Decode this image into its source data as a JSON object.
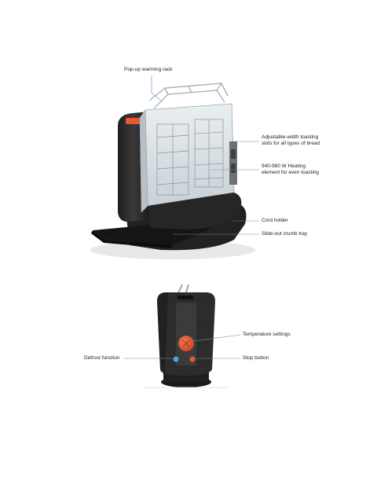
{
  "diagram": {
    "top_view_labels": {
      "warming_rack": "Pop-up warming rack",
      "slots_line1": "Adjustable-width toasting",
      "slots_line2": "slots for all types of bread",
      "heating_line1": "940-980 W Heating",
      "heating_line2": "element for even toasting",
      "cord_holder": "Cord holder",
      "crumb_tray": "Slide-out crumb tray"
    },
    "bottom_view_labels": {
      "temperature": "Temperature settings",
      "defrost": "Defrost function",
      "stop": "Stop button"
    },
    "colors": {
      "body": "#2b2b2b",
      "accent": "#e8572e",
      "leader": "#5b8fb9",
      "defrost_button": "#4da3d9",
      "stop_button": "#e8572e"
    }
  }
}
